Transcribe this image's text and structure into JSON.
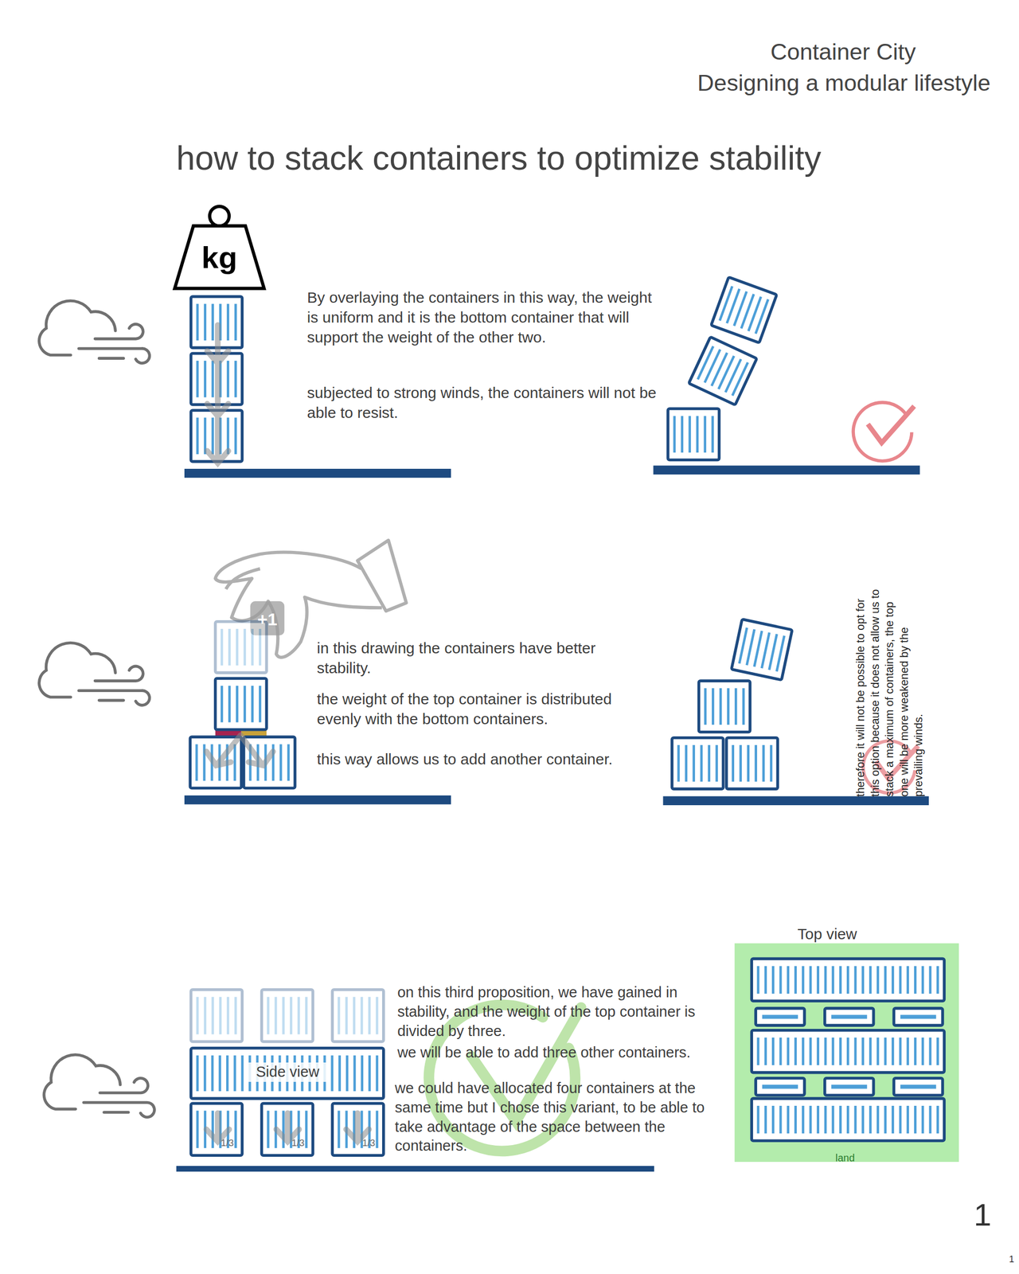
{
  "diagram": {
    "title": "how to stack containers to optimize stability",
    "labels": [
      "Container City",
      "Designing a modular lifestyle",
      "kg",
      "By overlaying the containers in this way, the weight is uniform and it is the bottom container that will support the weight of the other two.",
      "subjected to strong winds, the containers will not be able to resist.",
      "+1",
      "in this drawing the containers have better stability.",
      "the weight of the top container is distributed evenly with the bottom containers.",
      "this way allows us to add another container.",
      "therefore it will not be possible to opt for this option because it does not allow us to stack a maximum of containers, the top one will be more weakened by the prevailing winds.",
      "Side view",
      "1/3",
      "1/3",
      "1/3",
      "on this third proposition, we have gained in stability, and the weight of the top container is divided by three.",
      "we will be able to add three other containers.",
      "we could have allocated four containers at the same time but I chose this variant, to be able to take advantage of the space between the containers.",
      "Top view",
      "land",
      "1",
      "1"
    ]
  }
}
